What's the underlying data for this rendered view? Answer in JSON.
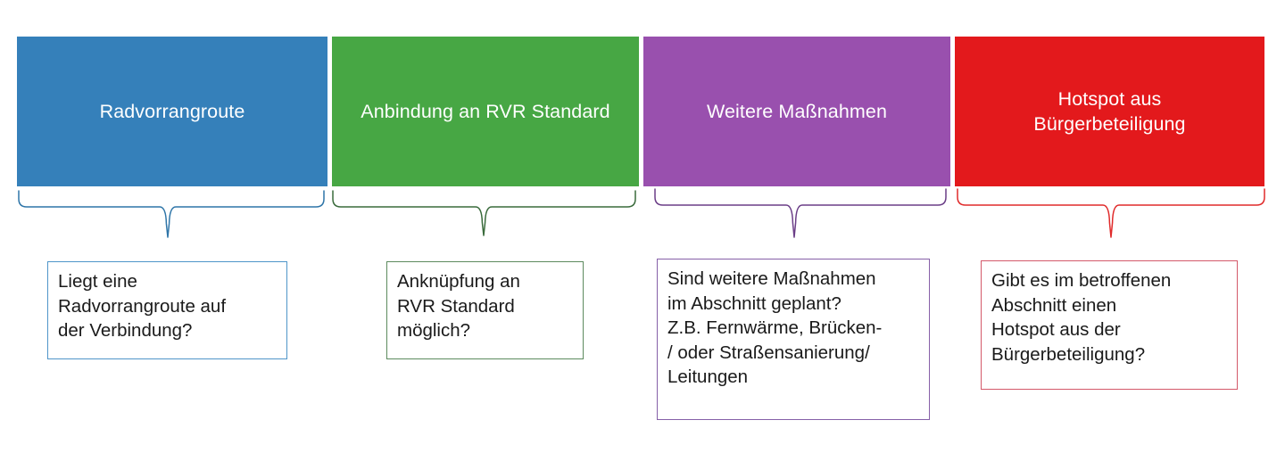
{
  "diagram": {
    "title_visible": false,
    "columns": [
      {
        "id": "radvorrangroute",
        "header_label": "Radvorrangroute",
        "color": "#3580BA",
        "brace_color": "#2E75A8",
        "box_border_color": "#4F95C9",
        "question": "Liegt eine\nRadvorrangroute auf\nder Verbindung?"
      },
      {
        "id": "anbindung-rvr-standard",
        "header_label": "Anbindung an RVR Standard",
        "color": "#47A744",
        "brace_color": "#3A6B3C",
        "box_border_color": "#5C8A5E",
        "question": "Anknüpfung an\nRVR Standard\nmöglich?"
      },
      {
        "id": "weitere-massnahmen",
        "header_label": "Weitere Maßnahmen",
        "color": "#9950AE",
        "brace_color": "#6B3E87",
        "box_border_color": "#8660A8",
        "question": "Sind weitere Maßnahmen\nim Abschnitt geplant?\nZ.B. Fernwärme, Brücken-\n/ oder Straßensanierung/\nLeitungen"
      },
      {
        "id": "hotspot-buergerbeteiligung",
        "header_label": "Hotspot aus\nBürgerbeteiligung",
        "color": "#E3191C",
        "brace_color": "#E02A2A",
        "box_border_color": "#D4596A",
        "question": "Gibt es im betroffenen\nAbschnitt einen\nHotspot aus der\nBürgerbeteiligung?"
      }
    ]
  }
}
